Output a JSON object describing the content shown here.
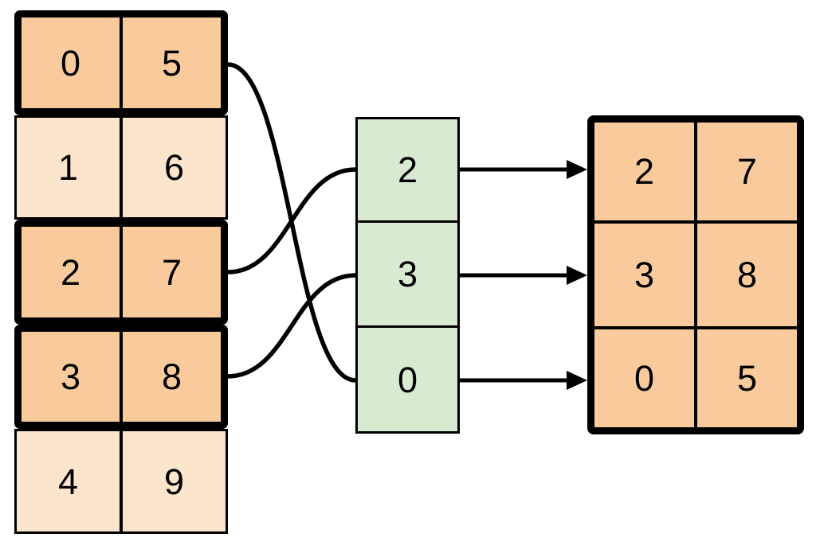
{
  "diagram": {
    "description": "Array gather / fancy-indexing illustration: index column selects rows from source table to build result table",
    "colors": {
      "highlight_fill": "#F9CB9C",
      "dim_fill": "#FCE5CD",
      "index_fill": "#D9EAD3",
      "stroke": "#000000",
      "background": "#FFFFFF"
    },
    "source_table": {
      "rows": [
        {
          "cells": [
            "0",
            "5"
          ],
          "highlighted": true
        },
        {
          "cells": [
            "1",
            "6"
          ],
          "highlighted": false
        },
        {
          "cells": [
            "2",
            "7"
          ],
          "highlighted": true
        },
        {
          "cells": [
            "3",
            "8"
          ],
          "highlighted": true
        },
        {
          "cells": [
            "4",
            "9"
          ],
          "highlighted": false
        }
      ]
    },
    "index_table": {
      "cells": [
        "2",
        "3",
        "0"
      ]
    },
    "result_table": {
      "rows": [
        {
          "cells": [
            "2",
            "7"
          ]
        },
        {
          "cells": [
            "3",
            "8"
          ]
        },
        {
          "cells": [
            "0",
            "5"
          ]
        }
      ]
    },
    "connectors": {
      "curves": [
        {
          "from_source_row": 0,
          "to_index_position": 2
        },
        {
          "from_source_row": 2,
          "to_index_position": 0
        },
        {
          "from_source_row": 3,
          "to_index_position": 1
        }
      ],
      "arrows": [
        {
          "from_index_position": 0,
          "to_result_row": 0
        },
        {
          "from_index_position": 1,
          "to_result_row": 1
        },
        {
          "from_index_position": 2,
          "to_result_row": 2
        }
      ]
    }
  }
}
